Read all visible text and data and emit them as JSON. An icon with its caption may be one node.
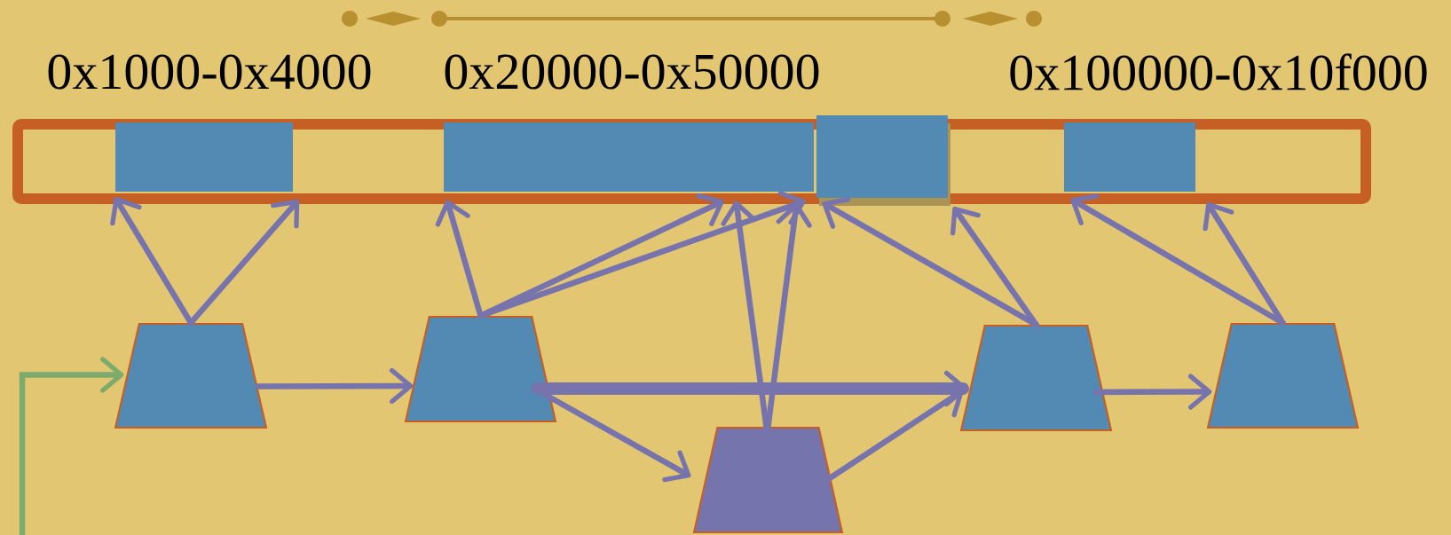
{
  "diagram": {
    "nodes": [
      {
        "text": [],
        "shape": "box"
      },
      {
        "text": [],
        "shape": "box",
        "in": 0
      },
      {
        "text": [],
        "shape": "box",
        "in": 0
      },
      {
        "text": [],
        "shape": "box",
        "in": 0
      },
      {
        "text": [],
        "shape": "box",
        "in": 0
      },
      {
        "text": [],
        "shape": "trapezoid"
      },
      {
        "text": [],
        "shape": "trapezoid"
      },
      {
        "text": [],
        "shape": "trapezoid"
      },
      {
        "text": [],
        "shape": "trapezoid"
      },
      {
        "text": [],
        "shape": "trapezoid"
      }
    ],
    "edges": [
      {
        "from": null,
        "to": 5,
        "arrow": "to",
        "color": "#7dab6b"
      },
      {
        "from": 5,
        "to": 1,
        "arrow": "to"
      },
      {
        "from": 5,
        "to": 1,
        "arrow": "to"
      },
      {
        "from": 5,
        "to": 6,
        "arrow": "to"
      },
      {
        "from": 6,
        "to": 2,
        "arrow": "to"
      },
      {
        "from": 6,
        "to": 2,
        "arrow": "to"
      },
      {
        "from": 6,
        "to": 3,
        "arrow": "to"
      },
      {
        "from": 6,
        "to": 8,
        "arrow": "to",
        "style": "thick"
      },
      {
        "from": 6,
        "to": 7,
        "arrow": "to"
      },
      {
        "from": 7,
        "to": 2,
        "arrow": "to"
      },
      {
        "from": 7,
        "to": 3,
        "arrow": "to"
      },
      {
        "from": 7,
        "to": 8,
        "arrow": "to"
      },
      {
        "from": 8,
        "to": 3,
        "arrow": "to"
      },
      {
        "from": 8,
        "to": 3,
        "arrow": "to"
      },
      {
        "from": 8,
        "to": 9,
        "arrow": "to"
      },
      {
        "from": 9,
        "to": 4,
        "arrow": "to"
      },
      {
        "from": 9,
        "to": 4,
        "arrow": "to"
      }
    ],
    "labels": [
      "0x1000-0x4000",
      "0x20000-0x50000",
      "0x100000-0x10f000"
    ]
  }
}
